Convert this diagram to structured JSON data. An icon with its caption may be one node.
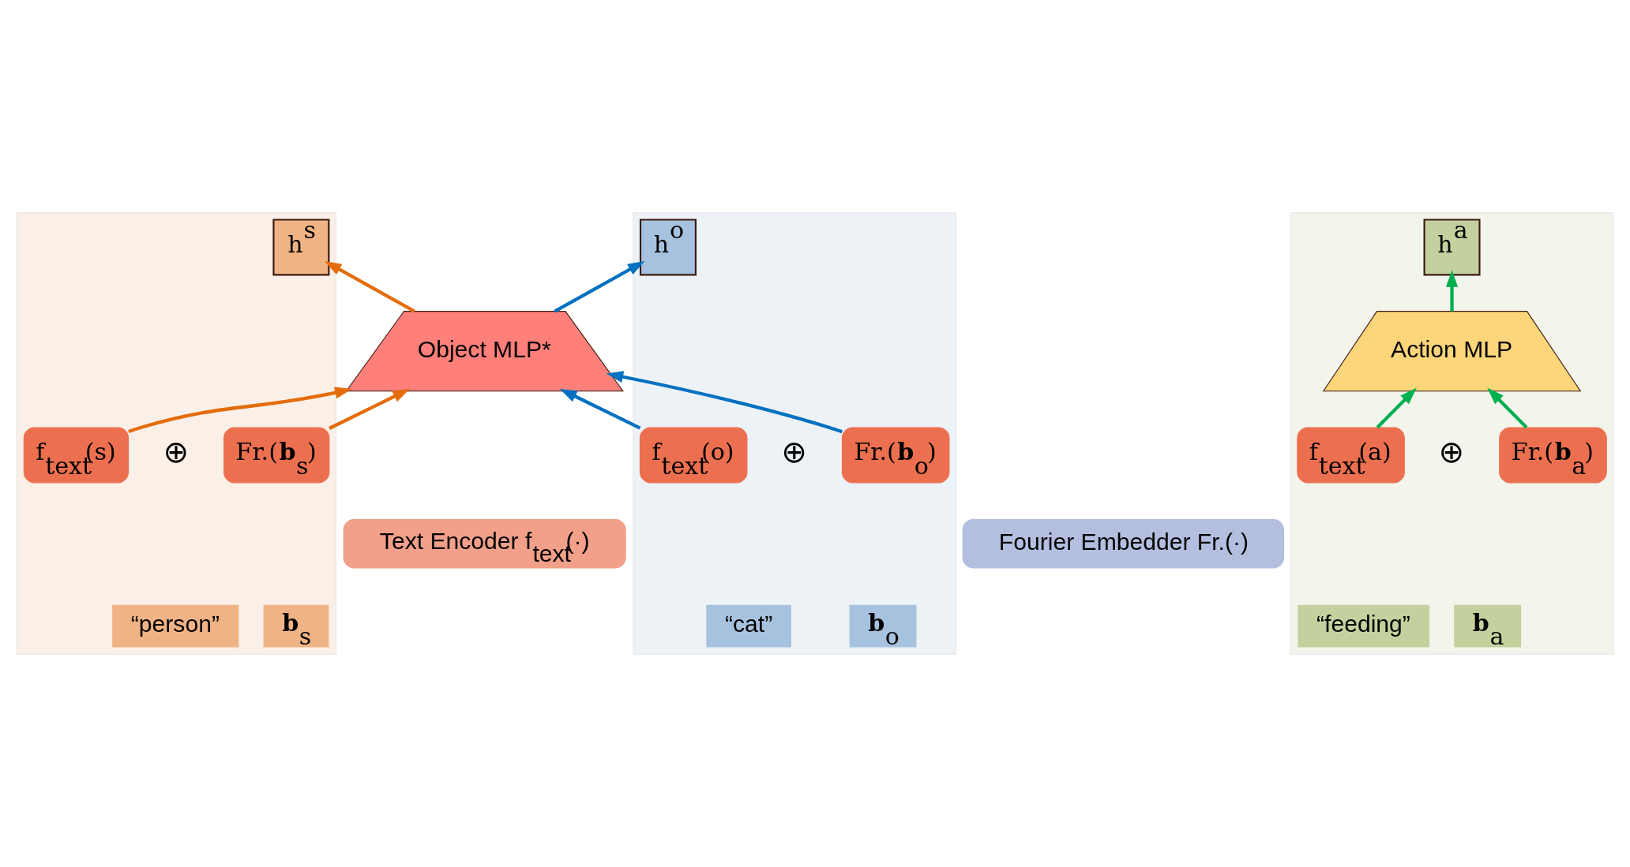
{
  "diagram": {
    "nodes": [
      {
        "text": [],
        "shape": "band"
      },
      {
        "text": [
          "h$^{s}$"
        ],
        "in": 0
      },
      {
        "text": [
          "f$_{text}$(s)"
        ],
        "in": 0
      },
      {
        "text": [
          "Fr.(**b**$_{s}$)"
        ],
        "in": 0
      },
      {
        "text": [
          "“person”"
        ],
        "in": 0
      },
      {
        "text": [
          "**b**$_{s}$"
        ],
        "in": 0
      },
      {
        "text": [],
        "shape": "band"
      },
      {
        "text": [
          "h$^{o}$"
        ],
        "in": 6
      },
      {
        "text": [
          "f$_{text}$(o)"
        ],
        "in": 6
      },
      {
        "text": [
          "Fr.(**b**$_{o}$)"
        ],
        "in": 6
      },
      {
        "text": [
          "“cat”"
        ],
        "in": 6
      },
      {
        "text": [
          "**b**$_{o}$"
        ],
        "in": 6
      },
      {
        "text": [],
        "shape": "band"
      },
      {
        "text": [
          "h$^{a}$"
        ],
        "in": 12
      },
      {
        "text": [
          "Action MLP"
        ],
        "in": 12
      },
      {
        "text": [
          "f$_{text}$(a)"
        ],
        "in": 12
      },
      {
        "text": [
          "Fr.(**b**$_{a}$)"
        ],
        "in": 12
      },
      {
        "text": [
          "“feeding”"
        ],
        "in": 12
      },
      {
        "text": [
          "**b**$_{a}$"
        ],
        "in": 12
      },
      {
        "text": [
          "Object MLP*"
        ]
      },
      {
        "text": [
          "Text Encoder f$_{text}$(·)"
        ]
      },
      {
        "text": [
          "Fourier Embedder Fr.(·)"
        ]
      }
    ],
    "edges": [
      {
        "from": 19,
        "to": 1,
        "arrow": "to",
        "color": "#e46c0a"
      },
      {
        "from": 19,
        "to": 7,
        "arrow": "to",
        "color": "#0070c0"
      },
      {
        "from": 14,
        "to": 13,
        "arrow": "to",
        "color": "#00b050"
      },
      {
        "from": 2,
        "to": 19,
        "arrow": "to",
        "color": "#e46c0a"
      },
      {
        "from": 3,
        "to": 19,
        "arrow": "to",
        "color": "#e46c0a"
      },
      {
        "from": 8,
        "to": 19,
        "arrow": "to",
        "color": "#0070c0"
      },
      {
        "from": 9,
        "to": 19,
        "arrow": "to",
        "color": "#0070c0"
      },
      {
        "from": 15,
        "to": 14,
        "arrow": "to",
        "color": "#00b050"
      },
      {
        "from": 16,
        "to": 14,
        "arrow": "to",
        "color": "#00b050"
      }
    ],
    "labels": [
      "⊕",
      "⊕",
      "⊕"
    ]
  }
}
